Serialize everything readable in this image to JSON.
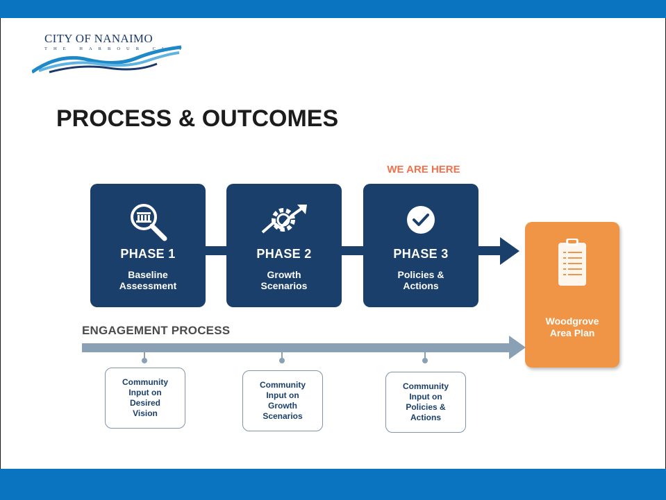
{
  "logo": {
    "name": "CITY OF NANAIMO",
    "tagline": "THE HARBOUR CITY"
  },
  "title": "PROCESS & OUTCOMES",
  "marker": "WE ARE HERE",
  "phases": [
    {
      "title": "PHASE 1",
      "subtitle": "Baseline\nAssessment",
      "icon": "magnifier-icon"
    },
    {
      "title": "PHASE 2",
      "subtitle": "Growth\nScenarios",
      "icon": "gear-trend-icon"
    },
    {
      "title": "PHASE 3",
      "subtitle": "Policies &\nActions",
      "icon": "checkmark-icon"
    }
  ],
  "outcome": {
    "label": "Woodgrove\nArea Plan",
    "icon": "clipboard-icon"
  },
  "engagement": {
    "label": "ENGAGEMENT PROCESS",
    "inputs": [
      "Community\nInput on\nDesired\nVision",
      "Community\nInput on\nGrowth\nScenarios",
      "Community\nInput on\nPolicies &\nActions"
    ]
  },
  "colors": {
    "navy": "#1a3f6b",
    "orange": "#f09546",
    "highlight": "#f0714b",
    "banner": "#0b74c0",
    "engagement_line": "#8aa0b5"
  }
}
